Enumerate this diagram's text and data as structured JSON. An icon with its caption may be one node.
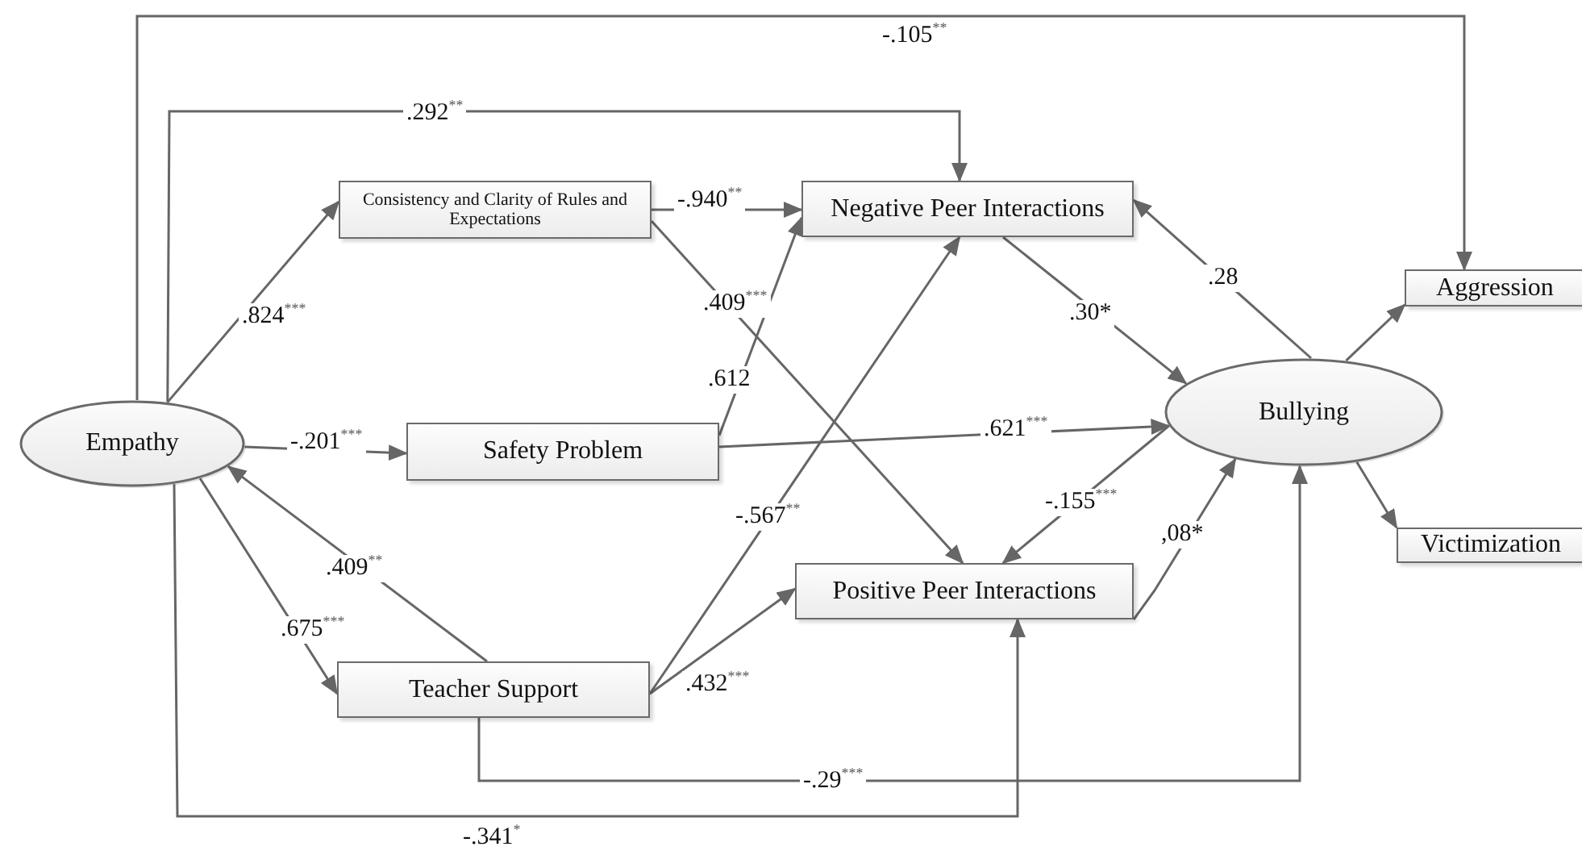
{
  "diagram": {
    "nodes": [
      {
        "text": [
          "Empathy"
        ]
      },
      {
        "text": [
          "Consistency and Clarity of Rules and Expectations"
        ]
      },
      {
        "text": [
          "Negative Peer Interactions"
        ]
      },
      {
        "text": [
          "Safety Problem"
        ]
      },
      {
        "text": [
          "Teacher Support"
        ]
      },
      {
        "text": [
          "Positive Peer Interactions"
        ]
      },
      {
        "text": [
          "Bullying"
        ]
      },
      {
        "text": [
          "Aggression"
        ]
      },
      {
        "text": [
          "Victimization"
        ]
      }
    ],
    "edges": [
      {
        "from": 0,
        "to": 7,
        "arrow": "to",
        "label": "-.105$^{**}$"
      },
      {
        "from": 0,
        "to": 2,
        "arrow": "to",
        "label": ".292$^{**}$"
      },
      {
        "from": 0,
        "to": 1,
        "arrow": "to",
        "label": ".824$^{***}$"
      },
      {
        "from": 1,
        "to": 2,
        "arrow": "to",
        "label": "-.940$^{**}$"
      },
      {
        "from": 1,
        "to": 5,
        "arrow": "to",
        "label": ".409$^{***}$"
      },
      {
        "from": 0,
        "to": 3,
        "arrow": "to",
        "label": "-.201$^{***}$"
      },
      {
        "from": 3,
        "to": 2,
        "arrow": "to",
        "label": ".612"
      },
      {
        "from": 3,
        "to": 6,
        "arrow": "to",
        "label": ".621$^{***}$"
      },
      {
        "from": 4,
        "to": 0,
        "arrow": "to",
        "label": ".409$^{**}$"
      },
      {
        "from": 0,
        "to": 4,
        "arrow": "to",
        "label": ".675$^{***}$"
      },
      {
        "from": 4,
        "to": 2,
        "arrow": "to",
        "label": "-.567$^{**}$"
      },
      {
        "from": 4,
        "to": 5,
        "arrow": "to",
        "label": ".432$^{***}$"
      },
      {
        "from": 2,
        "to": 6,
        "arrow": "to",
        "label": ".30*"
      },
      {
        "from": 6,
        "to": 2,
        "arrow": "to",
        "label": ".28"
      },
      {
        "from": 6,
        "to": 7,
        "arrow": "to"
      },
      {
        "from": 6,
        "to": 5,
        "arrow": "to",
        "label": "-.155$^{***}$"
      },
      {
        "from": 5,
        "to": 6,
        "arrow": "to",
        "label": ",08*"
      },
      {
        "from": 4,
        "to": 6,
        "arrow": "to",
        "label": "-.29$^{***}$"
      },
      {
        "from": 0,
        "to": 5,
        "arrow": "to",
        "label": "-.341$^{*}$"
      },
      {
        "from": 6,
        "to": 8,
        "arrow": "to"
      }
    ]
  }
}
